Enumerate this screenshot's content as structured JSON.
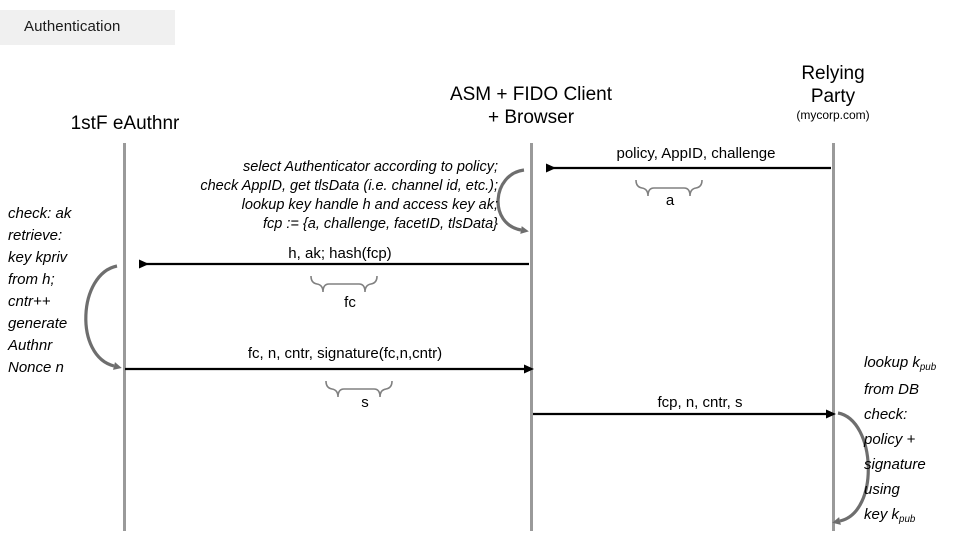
{
  "header": {
    "tab_label": "Authentication"
  },
  "lifelines": [
    {
      "id": "authnr",
      "title": "1stF eAuthnr",
      "subtitle": ""
    },
    {
      "id": "asm",
      "title": "ASM + FIDO Client",
      "title2": "+ Browser",
      "subtitle": ""
    },
    {
      "id": "rp",
      "title": "Relying",
      "title2": "Party",
      "subtitle": "(mycorp.com)"
    }
  ],
  "messages": [
    {
      "id": "m1",
      "label": "policy, AppID, challenge",
      "brace_label": "a",
      "direction": "right-to-left"
    },
    {
      "id": "m2",
      "label": "h, ak; hash(fcp)",
      "brace_label": "fc",
      "direction": "right-to-left"
    },
    {
      "id": "m3",
      "label": "fc, n, cntr, signature(fc,n,cntr)",
      "brace_label": "s",
      "direction": "left-to-right"
    },
    {
      "id": "m4",
      "label": "fcp, n, cntr, s",
      "brace_label": "",
      "direction": "left-to-right"
    }
  ],
  "notes": {
    "asm_processing": [
      "select Authenticator according to policy;",
      "check AppID, get tlsData (i.e. channel id, etc.);",
      "lookup key handle h and access key ak;",
      "fcp := {a, challenge, facetID, tlsData}"
    ],
    "authnr_processing": [
      "check: ak",
      "retrieve:",
      "key kpriv",
      "from h;",
      "cntr++",
      "generate",
      "Authnr",
      "Nonce n"
    ],
    "rp_processing": [
      "lookup k",
      "from DB",
      "check:",
      "policy +",
      "signature",
      "using",
      "key k"
    ],
    "rp_subscript": "pub"
  },
  "colors": {
    "background": "#ffffff",
    "tab_background": "#f0f0f0",
    "lifeline": "#9a9a9a",
    "arrow": "#000000",
    "brace": "#808080",
    "self_loop": "#6e6e6e",
    "text": "#000000"
  }
}
